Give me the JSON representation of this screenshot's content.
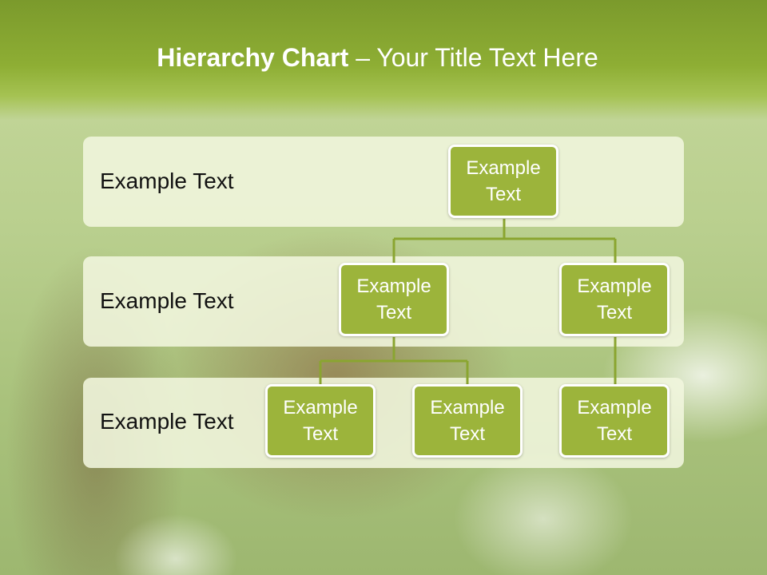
{
  "slide": {
    "title_bold": "Hierarchy Chart",
    "title_rest": " – Your Title Text Here"
  },
  "rows": [
    {
      "label": "Example Text"
    },
    {
      "label": "Example Text"
    },
    {
      "label": "Example Text"
    }
  ],
  "nodes": {
    "root": "Example Text",
    "level2_left": "Example Text",
    "level2_right": "Example Text",
    "level3_left": "Example Text",
    "level3_middle": "Example Text",
    "level3_right": "Example Text"
  },
  "colors": {
    "node_fill": "#9cb43b",
    "connector": "#8aa530",
    "title_band": "#8eae34"
  }
}
